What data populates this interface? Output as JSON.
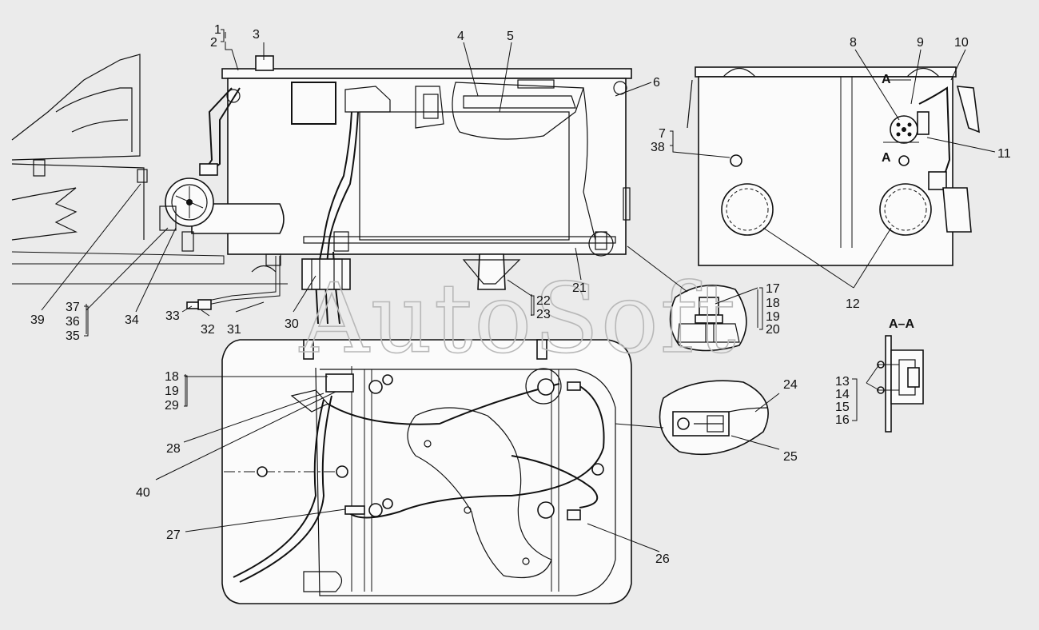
{
  "watermark": "AutoSoft",
  "section_label": "A–A",
  "section_marks": [
    "A",
    "A"
  ],
  "callouts": {
    "c1": "1",
    "c2": "2",
    "c3": "3",
    "c4": "4",
    "c5": "5",
    "c6": "6",
    "c7": "7",
    "c38": "38",
    "c8": "8",
    "c9": "9",
    "c10": "10",
    "c11": "11",
    "c12": "12",
    "c13": "13",
    "c14": "14",
    "c15": "15",
    "c16": "16",
    "c17": "17",
    "c18a": "18",
    "c19a": "19",
    "c20": "20",
    "c21": "21",
    "c22": "22",
    "c23": "23",
    "c24": "24",
    "c25": "25",
    "c26": "26",
    "c27": "27",
    "c18b": "18",
    "c19b": "19",
    "c29": "29",
    "c28": "28",
    "c40": "40",
    "c30": "30",
    "c31": "31",
    "c32": "32",
    "c33": "33",
    "c34": "34",
    "c35": "35",
    "c36": "36",
    "c37": "37",
    "c39": "39"
  },
  "colors": {
    "line": "#111111",
    "paper": "#ebebeb",
    "fill": "#fbfbfb",
    "watermark": "#b8b8b8"
  }
}
